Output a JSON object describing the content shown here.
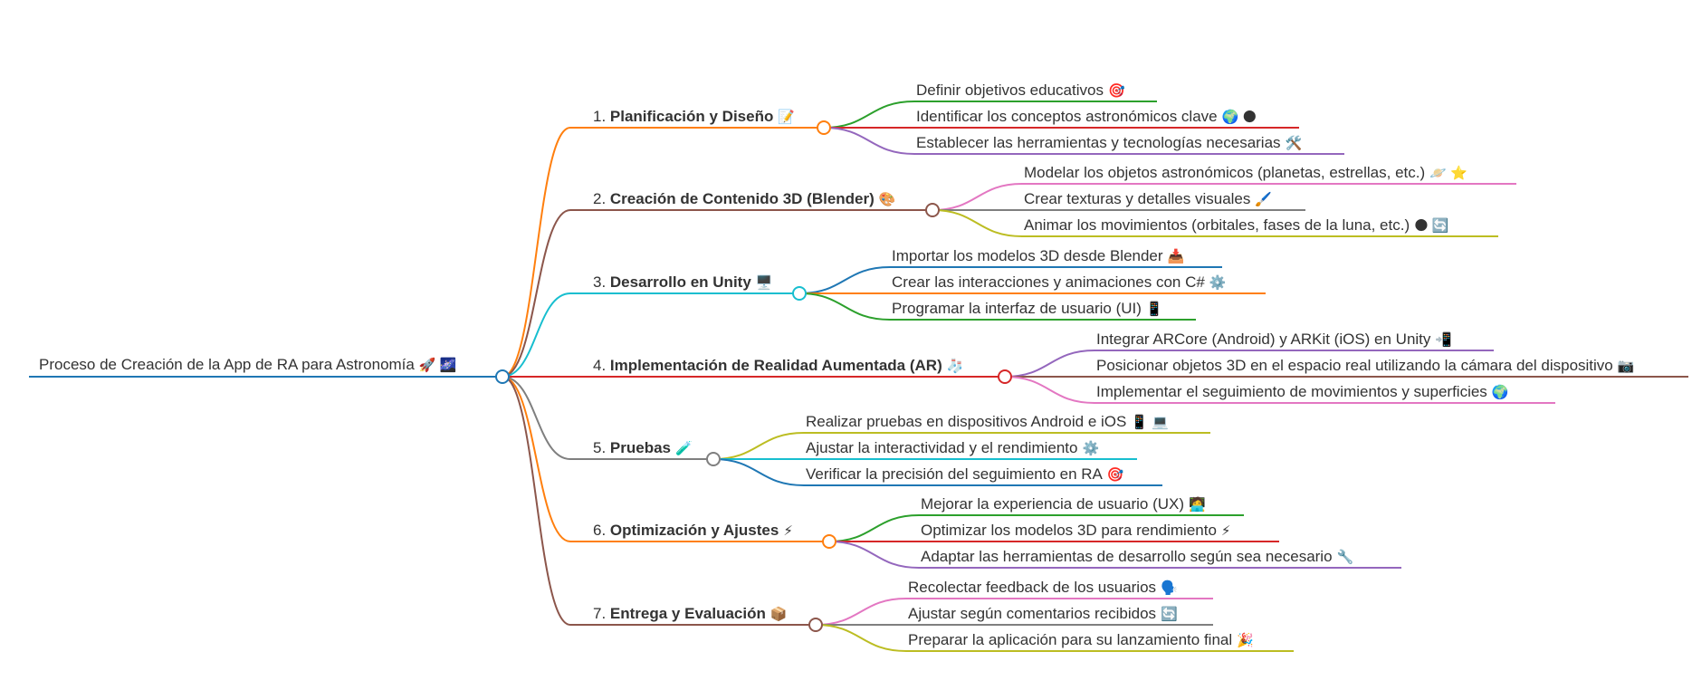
{
  "root": {
    "text": "Proceso de Creación de la App de RA para Astronomía",
    "icons": "🚀 🌌",
    "color": "#1f77b4"
  },
  "branches": [
    {
      "number": "1.",
      "title": "Planificación y Diseño",
      "icon": "📝",
      "color": "#ff7f0e",
      "children": [
        {
          "text": "Definir objetivos educativos",
          "icons": "🎯",
          "color": "#2ca02c"
        },
        {
          "text": "Identificar los conceptos astronómicos clave",
          "icons": "🌍 🌑",
          "color": "#d62728"
        },
        {
          "text": "Establecer las herramientas y tecnologías necesarias",
          "icons": "🛠️",
          "color": "#9467bd"
        }
      ]
    },
    {
      "number": "2.",
      "title": "Creación de Contenido 3D (Blender)",
      "icon": "🎨",
      "color": "#8c564b",
      "children": [
        {
          "text": "Modelar los objetos astronómicos (planetas, estrellas, etc.)",
          "icons": "🪐 ⭐",
          "color": "#e377c2"
        },
        {
          "text": "Crear texturas y detalles visuales",
          "icons": "🖌️",
          "color": "#7f7f7f"
        },
        {
          "text": "Animar los movimientos (orbitales, fases de la luna, etc.)",
          "icons": "🌑 🔄",
          "color": "#bcbd22"
        }
      ]
    },
    {
      "number": "3.",
      "title": "Desarrollo en Unity",
      "icon": "🖥️",
      "color": "#17becf",
      "children": [
        {
          "text": "Importar los modelos 3D desde Blender",
          "icons": "📥",
          "color": "#1f77b4"
        },
        {
          "text": "Crear las interacciones y animaciones con C#",
          "icons": "⚙️",
          "color": "#ff7f0e"
        },
        {
          "text": "Programar la interfaz de usuario (UI)",
          "icons": "📱",
          "color": "#2ca02c"
        }
      ]
    },
    {
      "number": "4.",
      "title": "Implementación de Realidad Aumentada (AR)",
      "icon": "🧦",
      "color": "#d62728",
      "children": [
        {
          "text": "Integrar ARCore (Android) y ARKit (iOS) en Unity",
          "icons": "📲",
          "color": "#9467bd"
        },
        {
          "text": "Posicionar objetos 3D en el espacio real utilizando la cámara del dispositivo",
          "icons": "📷",
          "color": "#8c564b"
        },
        {
          "text": "Implementar el seguimiento de movimientos y superficies",
          "icons": "🌍",
          "color": "#e377c2"
        }
      ]
    },
    {
      "number": "5.",
      "title": "Pruebas",
      "icon": "🧪",
      "color": "#7f7f7f",
      "children": [
        {
          "text": "Realizar pruebas en dispositivos Android e iOS",
          "icons": "📱 💻",
          "color": "#bcbd22"
        },
        {
          "text": "Ajustar la interactividad y el rendimiento",
          "icons": "⚙️",
          "color": "#17becf"
        },
        {
          "text": "Verificar la precisión del seguimiento en RA",
          "icons": "🎯",
          "color": "#1f77b4"
        }
      ]
    },
    {
      "number": "6.",
      "title": "Optimización y Ajustes",
      "icon": "⚡",
      "color": "#ff7f0e",
      "children": [
        {
          "text": "Mejorar la experiencia de usuario (UX)",
          "icons": "🧑‍💻",
          "color": "#2ca02c"
        },
        {
          "text": "Optimizar los modelos 3D para rendimiento",
          "icons": "⚡",
          "color": "#d62728"
        },
        {
          "text": "Adaptar las herramientas de desarrollo según sea necesario",
          "icons": "🔧",
          "color": "#9467bd"
        }
      ]
    },
    {
      "number": "7.",
      "title": "Entrega y Evaluación",
      "icon": "📦",
      "color": "#8c564b",
      "children": [
        {
          "text": "Recolectar feedback de los usuarios",
          "icons": "🗣️",
          "color": "#e377c2"
        },
        {
          "text": "Ajustar según comentarios recibidos",
          "icons": "🔄",
          "color": "#7f7f7f"
        },
        {
          "text": "Preparar la aplicación para su lanzamiento final",
          "icons": "🎉",
          "color": "#bcbd22"
        }
      ]
    }
  ]
}
